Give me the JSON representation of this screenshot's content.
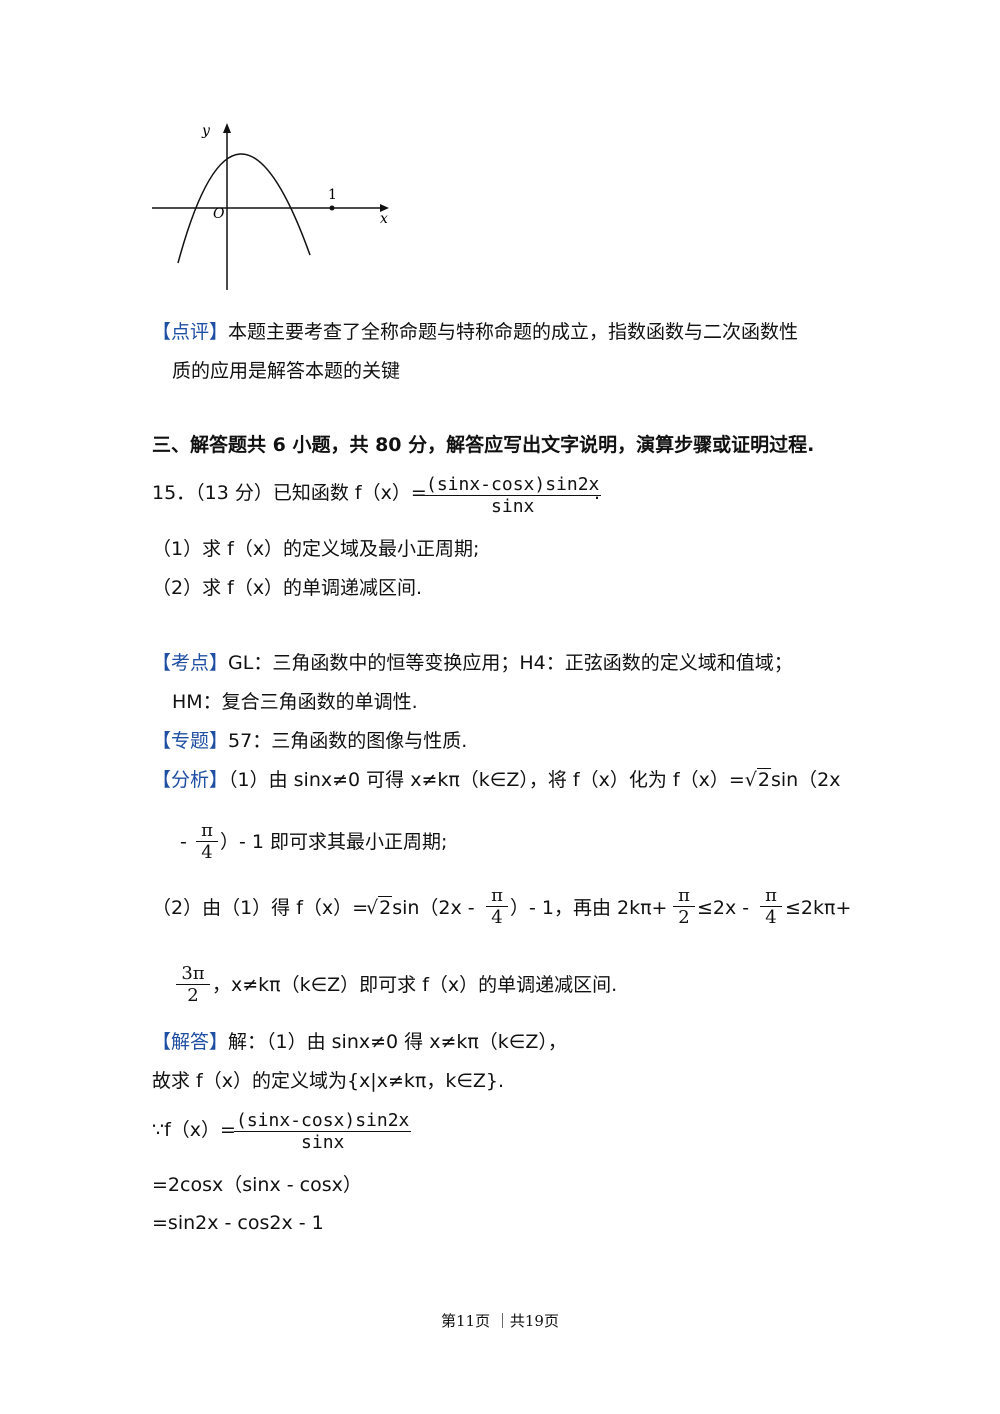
{
  "graph": {
    "y_label": "y",
    "x_label": "x",
    "origin_label": "O",
    "tick_label": "1"
  },
  "review": {
    "tag": "【点评】",
    "line1": "本题主要考查了全称命题与特称命题的成立，指数函数与二次函数性",
    "line2": "质的应用是解答本题的关键"
  },
  "section3": {
    "heading": "三、解答题共 6 小题，共 80 分，解答应写出文字说明，演算步骤或证明过程."
  },
  "q15": {
    "prefix": "15．（13 分）已知函数 f（x）=",
    "frac_num": "(sinx-cosx)sin2x",
    "frac_den": "sinx",
    "suffix": ".",
    "part1": "（1）求 f（x）的定义域及最小正周期;",
    "part2": "（2）求 f（x）的单调递减区间."
  },
  "kaodian": {
    "tag": "【考点】",
    "line1": "GL：三角函数中的恒等变换应用；H4：正弦函数的定义域和值域；",
    "line2": "HM：复合三角函数的单调性."
  },
  "zhuanti": {
    "tag": "【专题】",
    "text": "57：三角函数的图像与性质."
  },
  "fenxi": {
    "tag": "【分析】",
    "line1_a": "（1）由 sinx≠0 可得 x≠kπ（k∈Z），将 f（x）化为 f（x）=",
    "sqrt2": "2",
    "line1_b": "sin（2x",
    "line2_a": "-",
    "pi": "π",
    "four": "4",
    "two": "2",
    "line2_b": "）- 1 即可求其最小正周期;",
    "line3_a": "（2）由（1）得 f（x）=",
    "line3_b": "sin（2x -",
    "line3_c": "）- 1，再由 2kπ+",
    "line3_d": "≤2x -",
    "line3_e": "≤2kπ+",
    "three_pi": "3π",
    "line4_b": "，x≠kπ（k∈Z）即可求 f（x）的单调递减区间."
  },
  "jieda": {
    "tag": "【解答】",
    "line1": "解：（1）由 sinx≠0 得 x≠kπ（k∈Z），",
    "line2": "故求 f（x）的定义域为{x|x≠kπ，k∈Z}.",
    "line3_prefix": "∵f（x）=",
    "frac_num": "(sinx-cosx)sin2x",
    "frac_den": "sinx",
    "line4": "=2cosx（sinx - cosx）",
    "line5": "=sin2x - cos2x - 1"
  },
  "footer": {
    "text": "第11页 ｜共19页"
  }
}
